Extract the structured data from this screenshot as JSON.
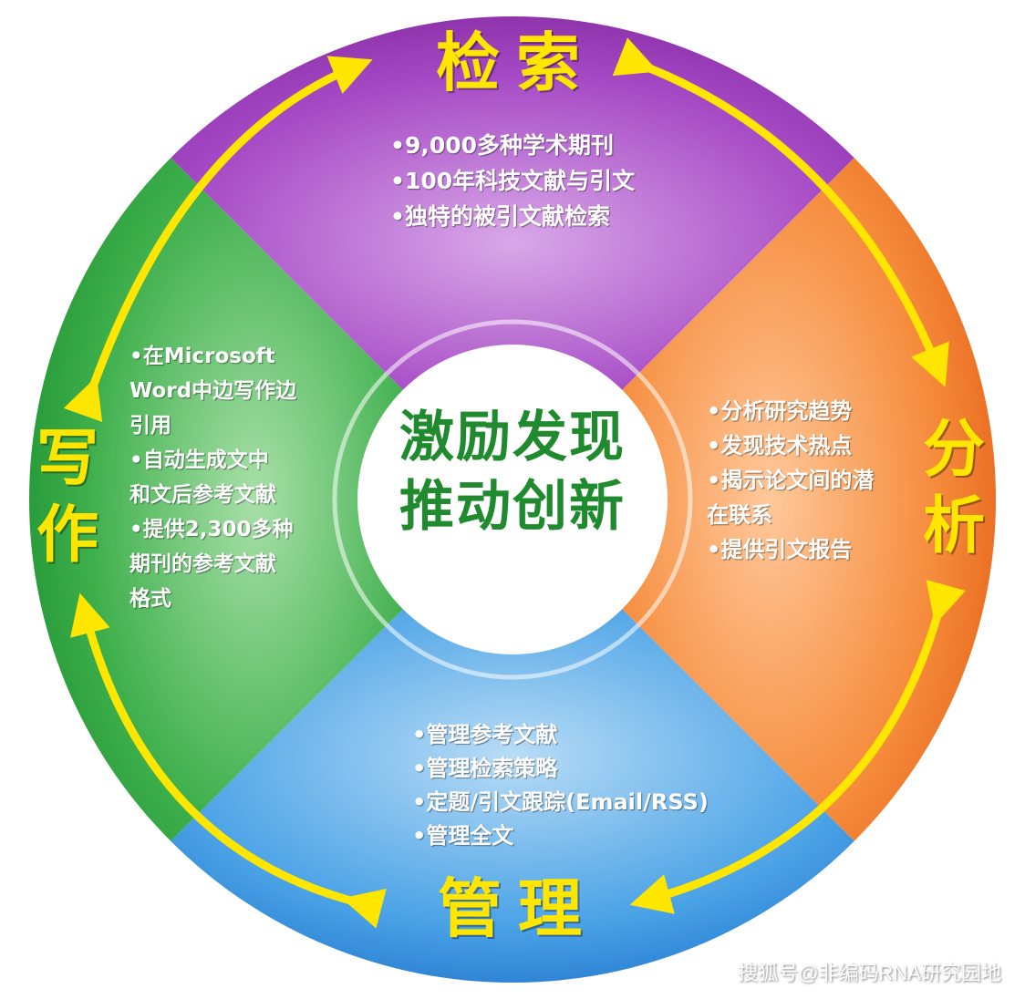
{
  "quadrants": {
    "search": {
      "title": "检索",
      "color": "#8a2aa8",
      "items": [
        "•9,000多种学术期刊",
        "•100年科技文献与引文",
        "•独特的被引文献检索"
      ]
    },
    "analyze": {
      "title": "分析",
      "color": "#ee6a1c",
      "items": [
        "•分析研究趋势",
        "•发现技术热点",
        "•揭示论文间的潜",
        "在联系",
        "•提供引文报告"
      ]
    },
    "manage": {
      "title": "管理",
      "color": "#1b7fd8",
      "items": [
        "•管理参考文献",
        "•管理检索策略",
        "•定题/引文跟踪(Email/RSS)",
        "•管理全文"
      ]
    },
    "write": {
      "title": "写作",
      "color": "#1f9a3a",
      "items": [
        "•在Microsoft",
        "Word中边写作边",
        "引用",
        "•自动生成文中",
        "和文后参考文献",
        "•提供2,300多种",
        "期刊的参考文献",
        "格式"
      ]
    }
  },
  "center": {
    "line1": "激励发现",
    "line2": "推动创新"
  },
  "watermark": "搜狐号@非编码RNA研究园地",
  "colors": {
    "arrow": "#ffe600",
    "center_text": "#1f8a2e",
    "title": "#ffe600"
  }
}
